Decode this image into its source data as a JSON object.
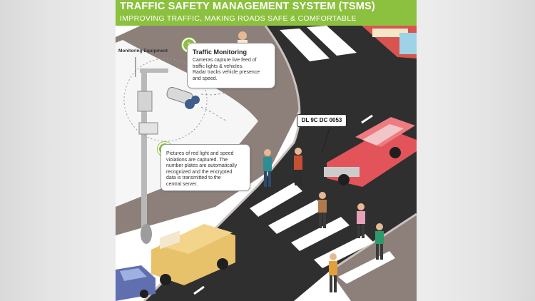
{
  "header": {
    "title": "TRAFFIC SAFETY MANAGEMENT SYSTEM (TSMS)",
    "subtitle": "IMPROVING TRAFFIC, MAKING ROADS SAFE & COMFORTABLE"
  },
  "equipment_label": "Monitoring Equipment",
  "callouts": [
    {
      "number": "1",
      "heading": "Traffic Monitoring",
      "lines": [
        "Cameras capture live feed of",
        "traffic lights & vehicles.",
        "Radar tracks vehicle presence",
        "and speed."
      ]
    },
    {
      "number": "2",
      "heading": "",
      "lines": [
        "Pictures of red light and speed",
        "violations are captured. The",
        "number plates are automatically",
        "recognized and the encrypted",
        "data is transmitted to the",
        "central server."
      ]
    }
  ],
  "license_plate": "DL 9C DC 0053",
  "colors": {
    "accent_green": "#8cc13f",
    "road": "#2f2f2f",
    "sidewalk": "#8d7f7a",
    "red_car": "#e2545a",
    "yellow_van": "#e8c16b",
    "blue_car": "#5f6fb0"
  }
}
